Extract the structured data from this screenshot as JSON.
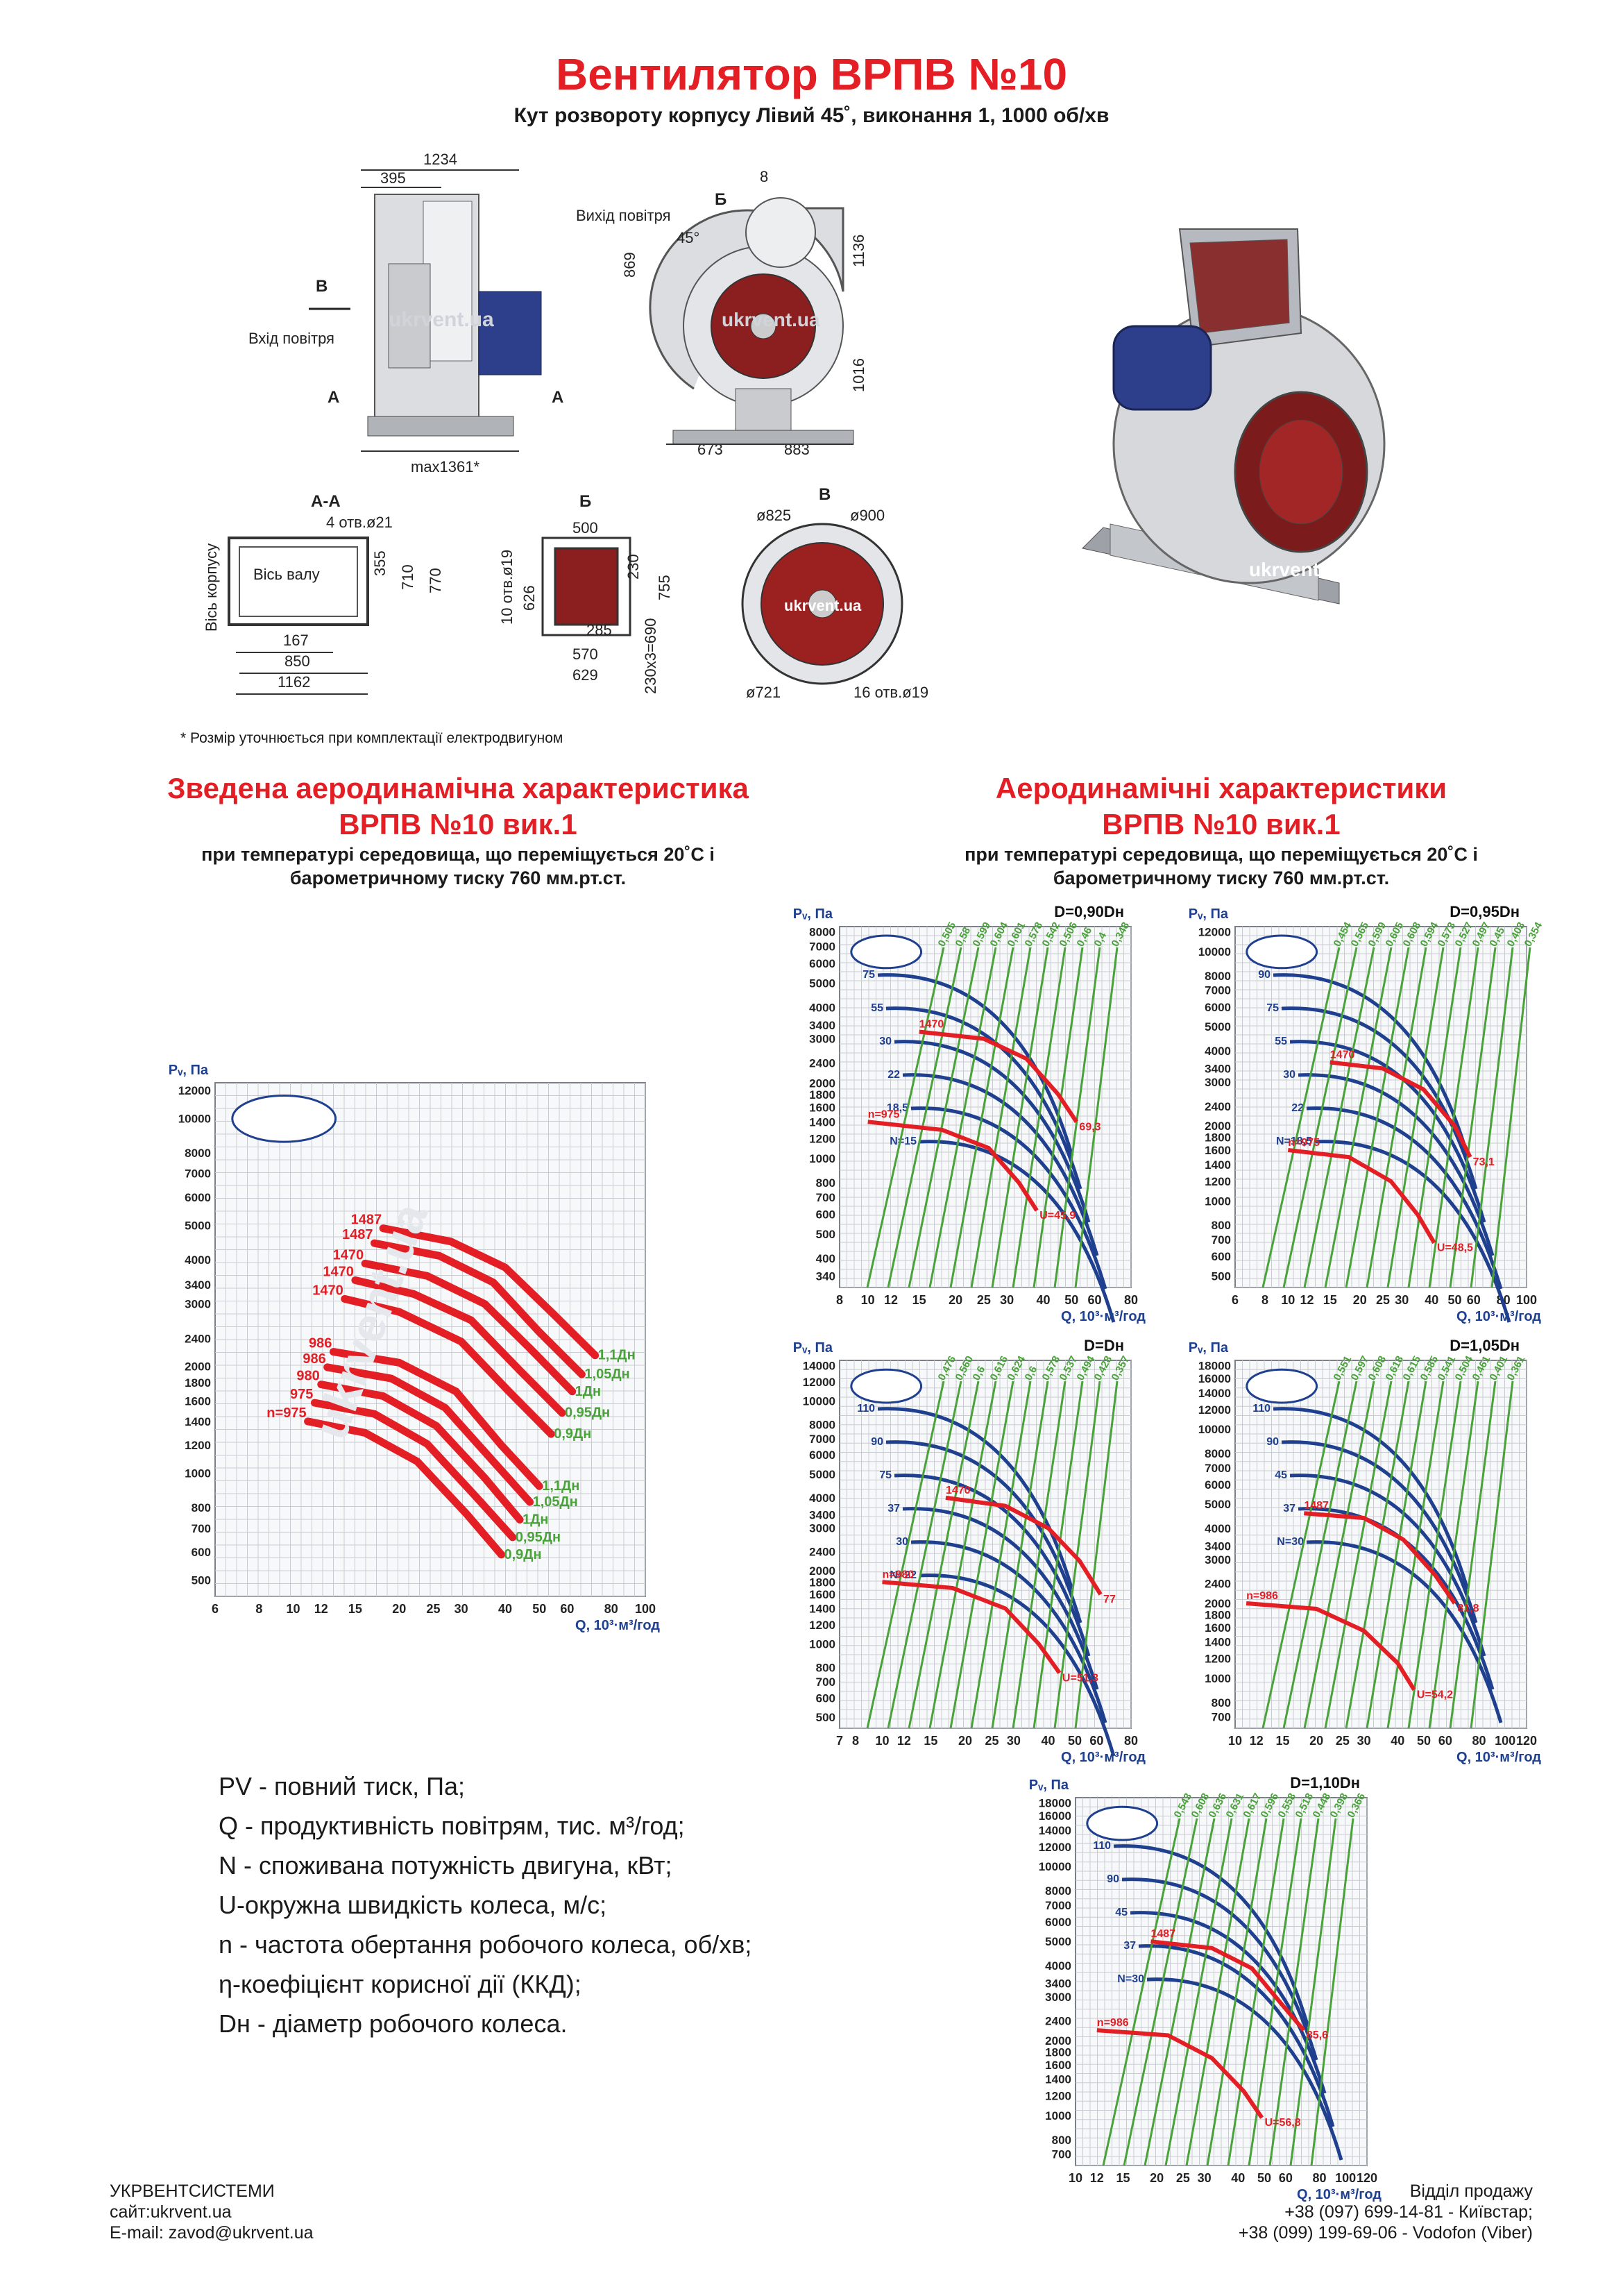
{
  "header": {
    "title": "Вентилятор ВРПВ №10",
    "subtitle": "Кут розвороту корпусу Лівий 45˚, виконання 1, 1000 об/хв"
  },
  "drawing": {
    "side_dims": [
      "1234",
      "395",
      "max1361*"
    ],
    "side_labels": {
      "b": "В",
      "a1": "А",
      "a2": "А",
      "inlet": "Вхід повітря"
    },
    "front_dims": [
      "8",
      "869",
      "1136",
      "1016",
      "673",
      "883"
    ],
    "front_labels": {
      "outlet": "Вихід повітря",
      "b": "Б",
      "angle": "45°"
    },
    "aa": {
      "title": "А-А",
      "holes": "4 отв.ø21",
      "axis_body": "Вісь корпусу",
      "axis_shaft": "Вісь валу",
      "dims": [
        "355",
        "710",
        "770",
        "167",
        "850",
        "1162"
      ]
    },
    "bsec": {
      "title": "Б",
      "holes": "10 отв.ø19",
      "dims": [
        "500",
        "626",
        "230",
        "755",
        "285",
        "570",
        "629",
        "230х3=690"
      ]
    },
    "vsec": {
      "title": "В",
      "dims": [
        "ø825",
        "ø900",
        "ø721",
        "16 отв.ø19"
      ]
    },
    "watermark": "ukrvent.ua",
    "note": "* Розмір уточнюється при комплектації електродвигуном"
  },
  "left_section": {
    "title_line1": "Зведена аеродинамічна характеристика",
    "title_line2": "ВРПВ №10 вик.1",
    "sub_line1": "при температурі середовища, що переміщується 20˚С і",
    "sub_line2": "барометричному тиску 760 мм.рт.ст."
  },
  "right_section": {
    "title_line1": "Аеродинамічні характеристики",
    "title_line2": "ВРПВ №10 вик.1",
    "sub_line1": "при температурі середовища, що переміщується 20˚С і",
    "sub_line2": "барометричному тиску 760 мм.рт.ст."
  },
  "legend": [
    {
      "sym": "PV",
      "text": " - повний тиск, Па;"
    },
    {
      "sym": "Q",
      "text": " - продуктивність повітрям, тис. м³/год;"
    },
    {
      "sym": "N",
      "text": " - споживана потужність двигуна, кВт;"
    },
    {
      "sym": "U",
      "text": "-окружна швидкість колеса, м/с;"
    },
    {
      "sym": "n",
      "text": " - частота обертання робочого колеса, об/хв;"
    },
    {
      "sym": "η",
      "text": "-коефіцієнт корисної дії (ККД);"
    },
    {
      "sym": "Dн",
      "text": " - діаметр робочого колеса."
    }
  ],
  "footer": {
    "company": "УКРВЕНТСИСТЕМИ",
    "site": "сайт:ukrvent.ua",
    "email": "E-mail: zavod@ukrvent.ua",
    "sales": "Відділ продажу",
    "phone1": "+38 (097) 699-14-81 - Київстар;",
    "phone2": "+38 (099) 199-69-06 - Vodofon (Viber)"
  },
  "colors": {
    "red": "#e31e24",
    "blue": "#1f3f8f",
    "green": "#4aa23a",
    "grid": "#c8ccd2"
  },
  "chart_data": [
    {
      "type": "line",
      "id": "summary",
      "ylabel": "Pᵥ, Па",
      "xlabel": "Q, 10³·м³/год",
      "yticks": [
        "12000",
        "10000",
        "8000",
        "7000",
        "6000",
        "5000",
        "4000",
        "3400",
        "3000",
        "2400",
        "2000",
        "1800",
        "1600",
        "1400",
        "1200",
        "1000",
        "800",
        "700",
        "600",
        "500"
      ],
      "xticks": [
        "6",
        "8",
        "10",
        "12",
        "15",
        "20",
        "25",
        "30",
        "40",
        "50",
        "60",
        "80",
        "100"
      ],
      "series": [
        {
          "name": "1487",
          "end": "1,1Дн",
          "points": [
            [
              18,
              4900
            ],
            [
              28,
              4500
            ],
            [
              40,
              3800
            ],
            [
              55,
              2800
            ],
            [
              72,
              2150
            ]
          ]
        },
        {
          "name": "1487",
          "end": "1,05Дн",
          "points": [
            [
              17,
              4450
            ],
            [
              26,
              4100
            ],
            [
              37,
              3450
            ],
            [
              50,
              2500
            ],
            [
              66,
              1900
            ]
          ]
        },
        {
          "name": "1470",
          "end": "1Дн",
          "points": [
            [
              16,
              3900
            ],
            [
              24,
              3600
            ],
            [
              35,
              3000
            ],
            [
              47,
              2250
            ],
            [
              62,
              1700
            ]
          ]
        },
        {
          "name": "1470",
          "end": "0,95Дн",
          "points": [
            [
              15,
              3500
            ],
            [
              22,
              3200
            ],
            [
              32,
              2700
            ],
            [
              44,
              1950
            ],
            [
              58,
              1480
            ]
          ]
        },
        {
          "name": "1470",
          "end": "0,9Дн",
          "points": [
            [
              14,
              3100
            ],
            [
              20,
              2850
            ],
            [
              30,
              2350
            ],
            [
              41,
              1700
            ],
            [
              54,
              1290
            ]
          ]
        },
        {
          "name": "986",
          "end": "1,1Дн",
          "points": [
            [
              13,
              2200
            ],
            [
              20,
              2050
            ],
            [
              29,
              1700
            ],
            [
              39,
              1200
            ],
            [
              50,
              920
            ]
          ]
        },
        {
          "name": "986",
          "end": "1,05Дн",
          "points": [
            [
              12.5,
              1990
            ],
            [
              19,
              1850
            ],
            [
              27,
              1530
            ],
            [
              37,
              1080
            ],
            [
              47,
              830
            ]
          ]
        },
        {
          "name": "980",
          "end": "1Дн",
          "points": [
            [
              12,
              1780
            ],
            [
              18,
              1650
            ],
            [
              25.5,
              1360
            ],
            [
              35,
              970
            ],
            [
              44,
              740
            ]
          ]
        },
        {
          "name": "975",
          "end": "0,95Дн",
          "points": [
            [
              11.5,
              1580
            ],
            [
              17,
              1470
            ],
            [
              24,
              1210
            ],
            [
              33,
              860
            ],
            [
              42,
              660
            ]
          ]
        },
        {
          "name": "n=975",
          "end": "0,9Дн",
          "points": [
            [
              11,
              1400
            ],
            [
              16,
              1300
            ],
            [
              22.5,
              1080
            ],
            [
              31,
              770
            ],
            [
              39,
              590
            ]
          ]
        }
      ]
    },
    {
      "type": "line",
      "id": "d090",
      "title": "D=0,90Dн",
      "ylabel": "Pᵥ, Па",
      "xlabel": "Q, 10³·м³/год",
      "yticks": [
        "8000",
        "7000",
        "6000",
        "5000",
        "4000",
        "3400",
        "3000",
        "2400",
        "2000",
        "1800",
        "1600",
        "1400",
        "1200",
        "1000",
        "800",
        "700",
        "600",
        "500",
        "400",
        "340"
      ],
      "xticks": [
        "8",
        "10",
        "12",
        "15",
        "20",
        "25",
        "30",
        "40",
        "50",
        "60",
        "80"
      ],
      "n_labels": [
        "75",
        "55",
        "30",
        "22",
        "18,5",
        "N=15"
      ],
      "eta_labels": [
        "0,505",
        "0,58",
        "0,599",
        "0,604",
        "0,601",
        "0,578",
        "0,542",
        "0,506",
        "0,46",
        "0,4",
        "0,348"
      ],
      "red": [
        {
          "name": "1470",
          "end": "69,3",
          "points": [
            [
              15,
              3200
            ],
            [
              25,
              3000
            ],
            [
              35,
              2500
            ],
            [
              45,
              1800
            ],
            [
              52,
              1400
            ]
          ]
        },
        {
          "name": "n=975",
          "end": "U=45,9",
          "points": [
            [
              10,
              1400
            ],
            [
              18,
              1300
            ],
            [
              26,
              1100
            ],
            [
              33,
              800
            ],
            [
              38,
              620
            ]
          ]
        }
      ]
    },
    {
      "type": "line",
      "id": "d095",
      "title": "D=0,95Dн",
      "ylabel": "Pᵥ, Па",
      "xlabel": "Q, 10³·м³/год",
      "yticks": [
        "12000",
        "10000",
        "8000",
        "7000",
        "6000",
        "5000",
        "4000",
        "3400",
        "3000",
        "2400",
        "2000",
        "1800",
        "1600",
        "1400",
        "1200",
        "1000",
        "800",
        "700",
        "600",
        "500"
      ],
      "xticks": [
        "6",
        "8",
        "10",
        "12",
        "15",
        "20",
        "25",
        "30",
        "40",
        "50",
        "60",
        "80",
        "100"
      ],
      "n_labels": [
        "90",
        "75",
        "55",
        "30",
        "22",
        "N=18,5"
      ],
      "eta_labels": [
        "0,454",
        "0,565",
        "0,599",
        "0,605",
        "0,608",
        "0,594",
        "0,573",
        "0,527",
        "0,497",
        "0,45",
        "0,403",
        "0,354"
      ],
      "red": [
        {
          "name": "1470",
          "end": "73,1",
          "points": [
            [
              15,
              3600
            ],
            [
              25,
              3400
            ],
            [
              37,
              2800
            ],
            [
              50,
              2000
            ],
            [
              58,
              1500
            ]
          ]
        },
        {
          "name": "n=975",
          "end": "U=48,5",
          "points": [
            [
              10,
              1600
            ],
            [
              18,
              1500
            ],
            [
              27,
              1200
            ],
            [
              35,
              880
            ],
            [
              41,
              680
            ]
          ]
        }
      ]
    },
    {
      "type": "line",
      "id": "d100",
      "title": "D=Dн",
      "ylabel": "Pᵥ, Па",
      "xlabel": "Q, 10³·м³/год",
      "yticks": [
        "14000",
        "12000",
        "10000",
        "8000",
        "7000",
        "6000",
        "5000",
        "4000",
        "3400",
        "3000",
        "2400",
        "2000",
        "1800",
        "1600",
        "1400",
        "1200",
        "1000",
        "800",
        "700",
        "600",
        "500"
      ],
      "xticks": [
        "7",
        "8",
        "10",
        "12",
        "15",
        "20",
        "25",
        "30",
        "40",
        "50",
        "60",
        "80"
      ],
      "n_labels": [
        "110",
        "90",
        "75",
        "37",
        "30",
        "N=22"
      ],
      "eta_labels": [
        "0,476",
        "0,560",
        "0,6",
        "0,616",
        "0,624",
        "0,6",
        "0,578",
        "0,537",
        "0,494",
        "0,428",
        "0,357"
      ],
      "red": [
        {
          "name": "1470",
          "end": "77",
          "points": [
            [
              17,
              4000
            ],
            [
              28,
              3700
            ],
            [
              40,
              3000
            ],
            [
              52,
              2200
            ],
            [
              62,
              1600
            ]
          ]
        },
        {
          "name": "n=980",
          "end": "U=51,3",
          "points": [
            [
              10,
              1800
            ],
            [
              18,
              1700
            ],
            [
              28,
              1400
            ],
            [
              37,
              1000
            ],
            [
              44,
              760
            ]
          ]
        }
      ]
    },
    {
      "type": "line",
      "id": "d105",
      "title": "D=1,05Dн",
      "ylabel": "Pᵥ, Па",
      "xlabel": "Q, 10³·м³/год",
      "yticks": [
        "18000",
        "16000",
        "14000",
        "12000",
        "10000",
        "8000",
        "7000",
        "6000",
        "5000",
        "4000",
        "3400",
        "3000",
        "2400",
        "2000",
        "1800",
        "1600",
        "1400",
        "1200",
        "1000",
        "800",
        "700"
      ],
      "xticks": [
        "10",
        "12",
        "15",
        "20",
        "25",
        "30",
        "40",
        "50",
        "60",
        "80",
        "100",
        "120"
      ],
      "n_labels": [
        "110",
        "90",
        "45",
        "37",
        "N=30"
      ],
      "eta_labels": [
        "0,551",
        "0,597",
        "0,608",
        "0,618",
        "0,615",
        "0,585",
        "0,541",
        "0,504",
        "0,461",
        "0,401",
        "0,361"
      ],
      "red": [
        {
          "name": "1487",
          "end": "81,8",
          "points": [
            [
              18,
              4600
            ],
            [
              30,
              4400
            ],
            [
              42,
              3600
            ],
            [
              55,
              2600
            ],
            [
              65,
              2000
            ]
          ]
        },
        {
          "name": "n=986",
          "end": "U=54,2",
          "points": [
            [
              11,
              2000
            ],
            [
              20,
              1900
            ],
            [
              30,
              1550
            ],
            [
              40,
              1150
            ],
            [
              46,
              900
            ]
          ]
        }
      ]
    },
    {
      "type": "line",
      "id": "d110",
      "title": "D=1,10Dн",
      "ylabel": "Pᵥ, Па",
      "xlabel": "Q, 10³·м³/год",
      "yticks": [
        "18000",
        "16000",
        "14000",
        "12000",
        "10000",
        "8000",
        "7000",
        "6000",
        "5000",
        "4000",
        "3400",
        "3000",
        "2400",
        "2000",
        "1800",
        "1600",
        "1400",
        "1200",
        "1000",
        "800",
        "700"
      ],
      "xticks": [
        "10",
        "12",
        "15",
        "20",
        "25",
        "30",
        "40",
        "50",
        "60",
        "80",
        "100",
        "120"
      ],
      "n_labels": [
        "110",
        "90",
        "45",
        "37",
        "N=30"
      ],
      "eta_labels": [
        "0,543",
        "0,608",
        "0,636",
        "0,631",
        "0,617",
        "0,596",
        "0,558",
        "0,518",
        "0,448",
        "0,398",
        "0,366"
      ],
      "red": [
        {
          "name": "1487",
          "end": "85,6",
          "points": [
            [
              19,
              5000
            ],
            [
              32,
              4700
            ],
            [
              45,
              3900
            ],
            [
              58,
              2800
            ],
            [
              70,
              2200
            ]
          ]
        },
        {
          "name": "n=986",
          "end": "U=56,8",
          "points": [
            [
              12,
              2200
            ],
            [
              22,
              2100
            ],
            [
              32,
              1700
            ],
            [
              42,
              1250
            ],
            [
              49,
              980
            ]
          ]
        }
      ]
    }
  ]
}
